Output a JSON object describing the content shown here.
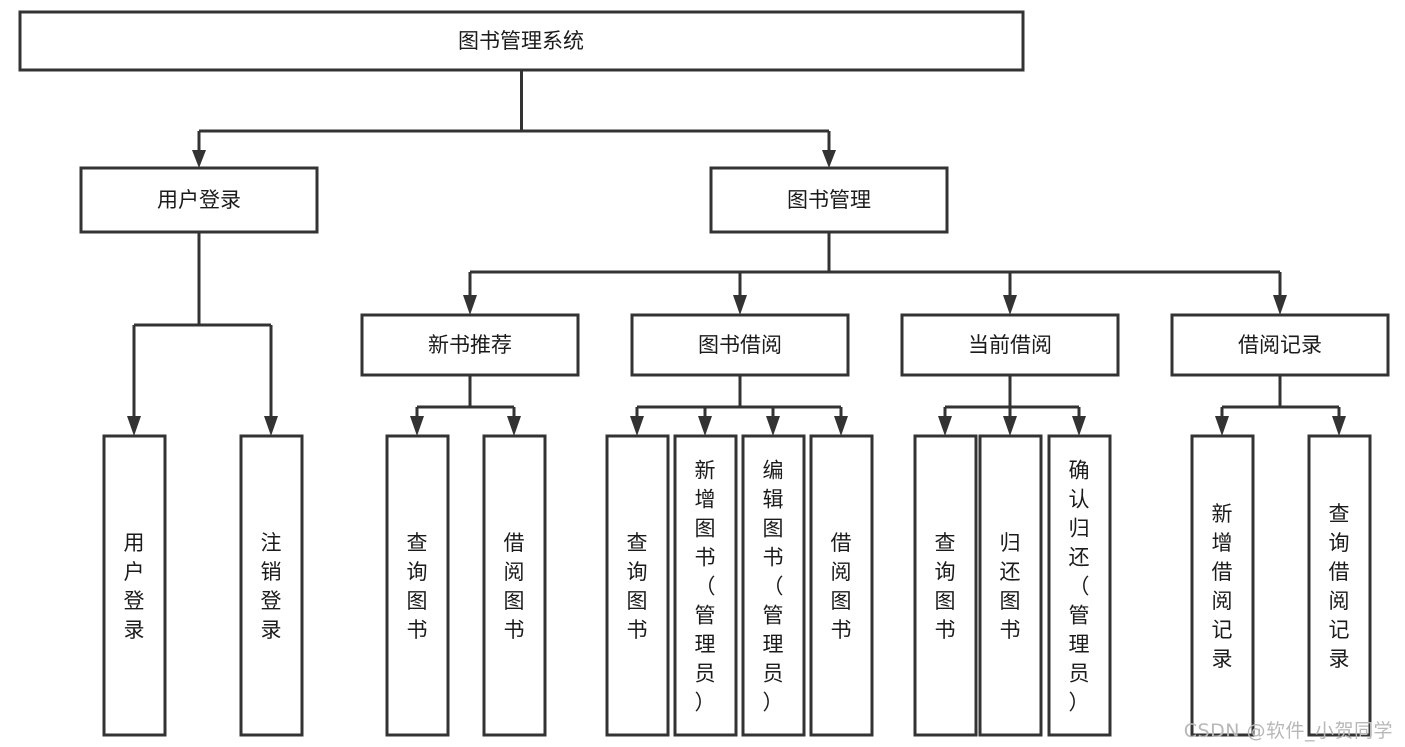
{
  "diagram": {
    "type": "tree-hierarchy",
    "orientation": "top-down",
    "background_color": "#ffffff",
    "box_stroke_color": "#333333",
    "text_color": "#1b1b1b",
    "root": {
      "id": "root",
      "label": "图书管理系统",
      "text_orientation": "horizontal"
    },
    "level2": [
      {
        "id": "user-login",
        "label": "用户登录",
        "text_orientation": "horizontal"
      },
      {
        "id": "book-manage",
        "label": "图书管理",
        "text_orientation": "horizontal"
      }
    ],
    "level3": [
      {
        "id": "new-book-rec",
        "label": "新书推荐",
        "text_orientation": "horizontal",
        "parent": "book-manage"
      },
      {
        "id": "book-borrow",
        "label": "图书借阅",
        "text_orientation": "horizontal",
        "parent": "book-manage"
      },
      {
        "id": "current-borrow",
        "label": "当前借阅",
        "text_orientation": "horizontal",
        "parent": "book-manage"
      },
      {
        "id": "borrow-record",
        "label": "借阅记录",
        "text_orientation": "horizontal",
        "parent": "book-manage"
      }
    ],
    "leaves": [
      {
        "id": "leaf-user-login",
        "label": "用户登录",
        "text_orientation": "vertical",
        "parent": "user-login"
      },
      {
        "id": "leaf-logout",
        "label": "注销登录",
        "text_orientation": "vertical",
        "parent": "user-login"
      },
      {
        "id": "leaf-query-book-1",
        "label": "查询图书",
        "text_orientation": "vertical",
        "parent": "new-book-rec"
      },
      {
        "id": "leaf-borrow-book-1",
        "label": "借阅图书",
        "text_orientation": "vertical",
        "parent": "new-book-rec"
      },
      {
        "id": "leaf-query-book-2",
        "label": "查询图书",
        "text_orientation": "vertical",
        "parent": "book-borrow"
      },
      {
        "id": "leaf-add-book",
        "label": "新增图书（管理员）",
        "text_orientation": "vertical",
        "parent": "book-borrow"
      },
      {
        "id": "leaf-edit-book",
        "label": "编辑图书（管理员）",
        "text_orientation": "vertical",
        "parent": "book-borrow"
      },
      {
        "id": "leaf-borrow-book-2",
        "label": "借阅图书",
        "text_orientation": "vertical",
        "parent": "book-borrow"
      },
      {
        "id": "leaf-query-book-3",
        "label": "查询图书",
        "text_orientation": "vertical",
        "parent": "current-borrow"
      },
      {
        "id": "leaf-return-book",
        "label": "归还图书",
        "text_orientation": "vertical",
        "parent": "current-borrow"
      },
      {
        "id": "leaf-confirm-return",
        "label": "确认归还（管理员）",
        "text_orientation": "vertical",
        "parent": "current-borrow"
      },
      {
        "id": "leaf-add-record",
        "label": "新增借阅记录",
        "text_orientation": "vertical",
        "parent": "borrow-record"
      },
      {
        "id": "leaf-query-record",
        "label": "查询借阅记录",
        "text_orientation": "vertical",
        "parent": "borrow-record"
      }
    ]
  },
  "watermark": {
    "text": "CSDN @软件_小贺同学"
  }
}
